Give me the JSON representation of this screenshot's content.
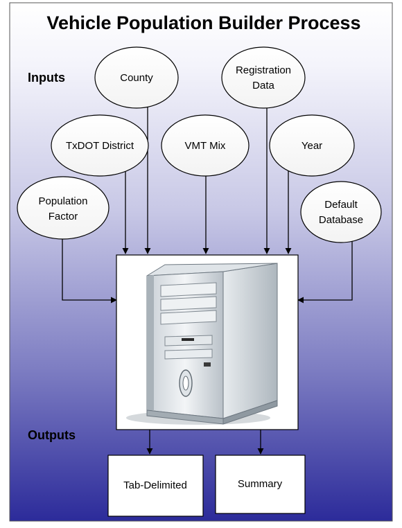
{
  "title": "Vehicle Population Builder Process",
  "sections": {
    "inputs": "Inputs",
    "outputs": "Outputs"
  },
  "inputs": [
    {
      "id": "county",
      "lines": [
        "County"
      ]
    },
    {
      "id": "registration",
      "lines": [
        "Registration",
        "Data"
      ]
    },
    {
      "id": "txdot",
      "lines": [
        "TxDOT District"
      ]
    },
    {
      "id": "vmt",
      "lines": [
        "VMT Mix"
      ]
    },
    {
      "id": "year",
      "lines": [
        "Year"
      ]
    },
    {
      "id": "popfactor",
      "lines": [
        "Population",
        "Factor"
      ]
    },
    {
      "id": "defaultdb",
      "lines": [
        "Default",
        "Database"
      ]
    }
  ],
  "outputs": [
    {
      "id": "tab",
      "label": "Tab-Delimited"
    },
    {
      "id": "summary",
      "label": "Summary"
    }
  ],
  "colors": {
    "background_top": "#ffffff",
    "background_bottom": "#2c2b9a",
    "node_fill": "#ffffff",
    "stroke": "#000000"
  },
  "icons": {
    "center": "computer-tower-icon"
  }
}
